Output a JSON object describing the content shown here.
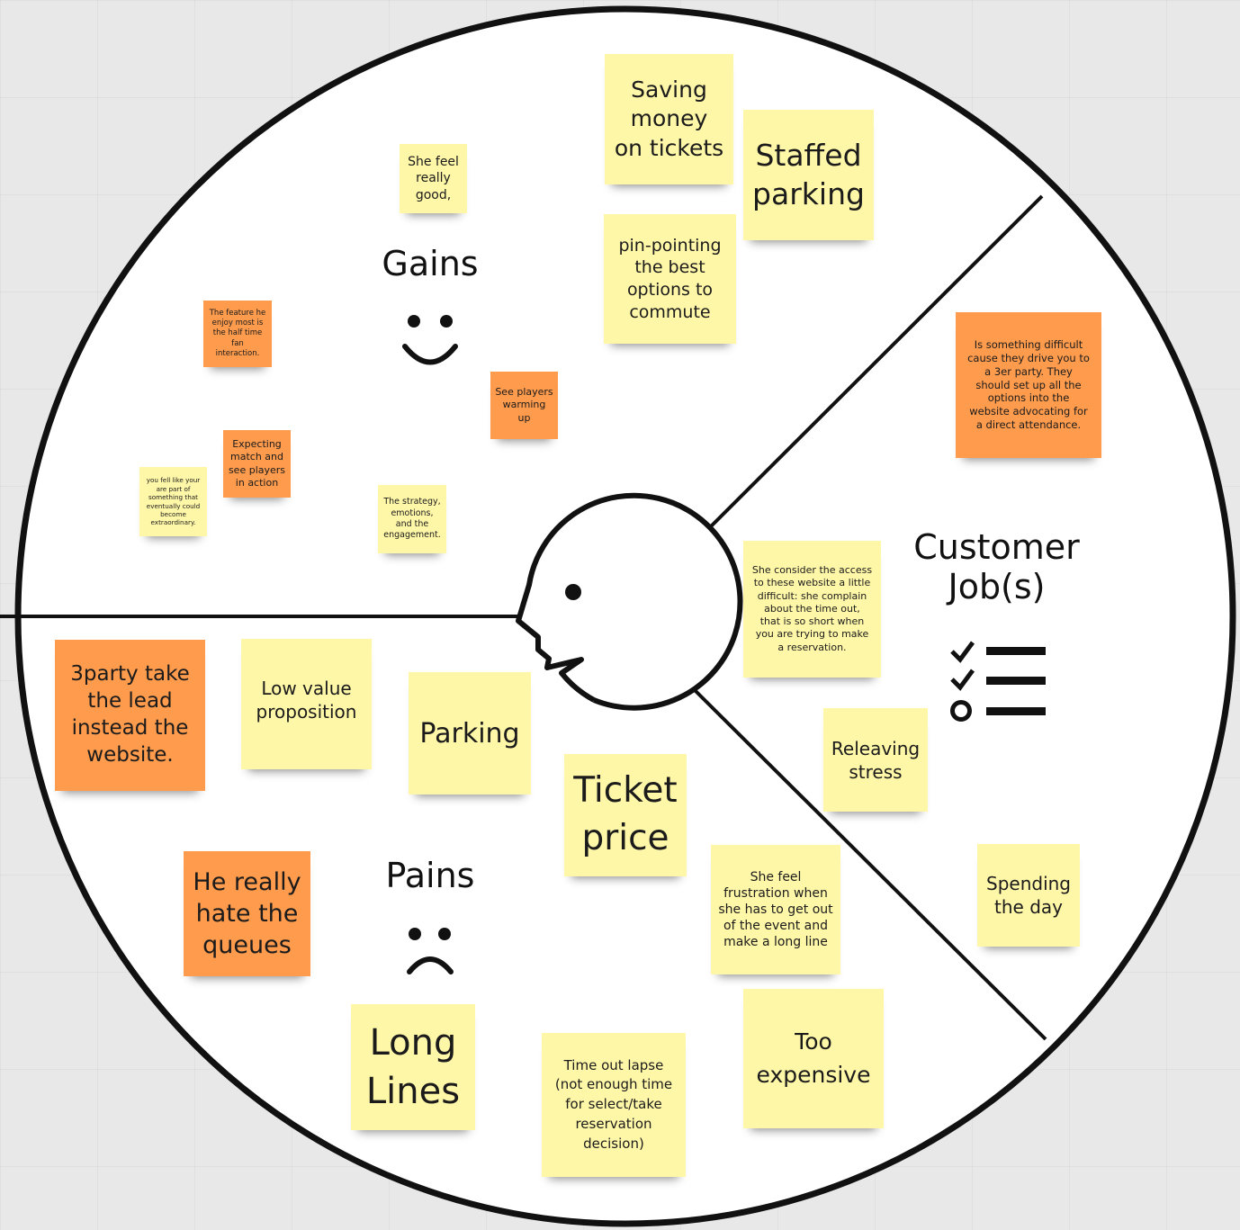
{
  "sections": {
    "gains": "Gains",
    "pains": "Pains",
    "jobs_line1": "Customer",
    "jobs_line2": "Job(s)"
  },
  "icons": {
    "gains": "smiley-face-icon",
    "pains": "sad-face-icon",
    "jobs": "checklist-icon",
    "center": "customer-profile-head-icon"
  },
  "colors": {
    "yellow_note": "#fff7a8",
    "orange_note": "#fe9b4d",
    "background": "#e8e8e8",
    "circle_fill": "#ffffff",
    "stroke": "#111111"
  },
  "notes": {
    "gains": [
      {
        "id": "saving-money",
        "text": "Saving\nmoney\non tickets",
        "color": "yellow"
      },
      {
        "id": "staffed-parking",
        "text": "Staffed\nparking",
        "color": "yellow"
      },
      {
        "id": "she-feel-good",
        "text": "She feel\nreally\ngood,",
        "color": "yellow"
      },
      {
        "id": "pin-pointing",
        "text": "pin-pointing\nthe best\noptions to\ncommute",
        "color": "yellow"
      },
      {
        "id": "half-time-fan",
        "text": "The feature he\nenjoy most is\nthe half time\nfan\ninteraction.",
        "color": "orange"
      },
      {
        "id": "players-warming",
        "text": "See players\nwarming\nup",
        "color": "orange"
      },
      {
        "id": "expecting-match",
        "text": "Expecting\nmatch and\nsee players\nin action",
        "color": "orange"
      },
      {
        "id": "part-of-something",
        "text": "you fell like your\nare part of\nsomething that\neventually could\nbecome\nextraordinary.",
        "color": "yellow"
      },
      {
        "id": "strategy-emotions",
        "text": "The strategy,\nemotions,\nand the\nengagement.",
        "color": "yellow"
      }
    ],
    "jobs": [
      {
        "id": "difficult-3er-party",
        "text": "Is something difficult\ncause they drive you to\na 3er party. They\nshould  set up all the\noptions into the\nwebsite advocating for\na direct attendance.",
        "color": "orange"
      },
      {
        "id": "access-difficult",
        "text": "She consider the access\nto these website a little\ndifficult: she complain\nabout the time out,\nthat is so short when\nyou are trying to make\na reservation.",
        "color": "yellow"
      },
      {
        "id": "releaving-stress",
        "text": "Releaving\nstress",
        "color": "yellow"
      },
      {
        "id": "spending-day",
        "text": "Spending\nthe day",
        "color": "yellow"
      }
    ],
    "pains": [
      {
        "id": "3party-lead",
        "text": "3party take\nthe lead\ninstead the\nwebsite.",
        "color": "orange"
      },
      {
        "id": "low-value",
        "text": "Low value\nproposition",
        "color": "yellow"
      },
      {
        "id": "parking",
        "text": "Parking",
        "color": "yellow"
      },
      {
        "id": "ticket-price",
        "text": "Ticket\nprice",
        "color": "yellow"
      },
      {
        "id": "hate-queues",
        "text": "He really\nhate the\nqueues",
        "color": "orange"
      },
      {
        "id": "frustration",
        "text": "She feel\nfrustration when\nshe has to get out\nof the event and\nmake a long line",
        "color": "yellow"
      },
      {
        "id": "long-lines",
        "text": "Long\nLines",
        "color": "yellow"
      },
      {
        "id": "time-out-lapse",
        "text": "Time out lapse\n(not enough time\nfor select/take\nreservation\ndecision)",
        "color": "yellow"
      },
      {
        "id": "too-expensive",
        "text": "Too\nexpensive",
        "color": "yellow"
      }
    ]
  }
}
